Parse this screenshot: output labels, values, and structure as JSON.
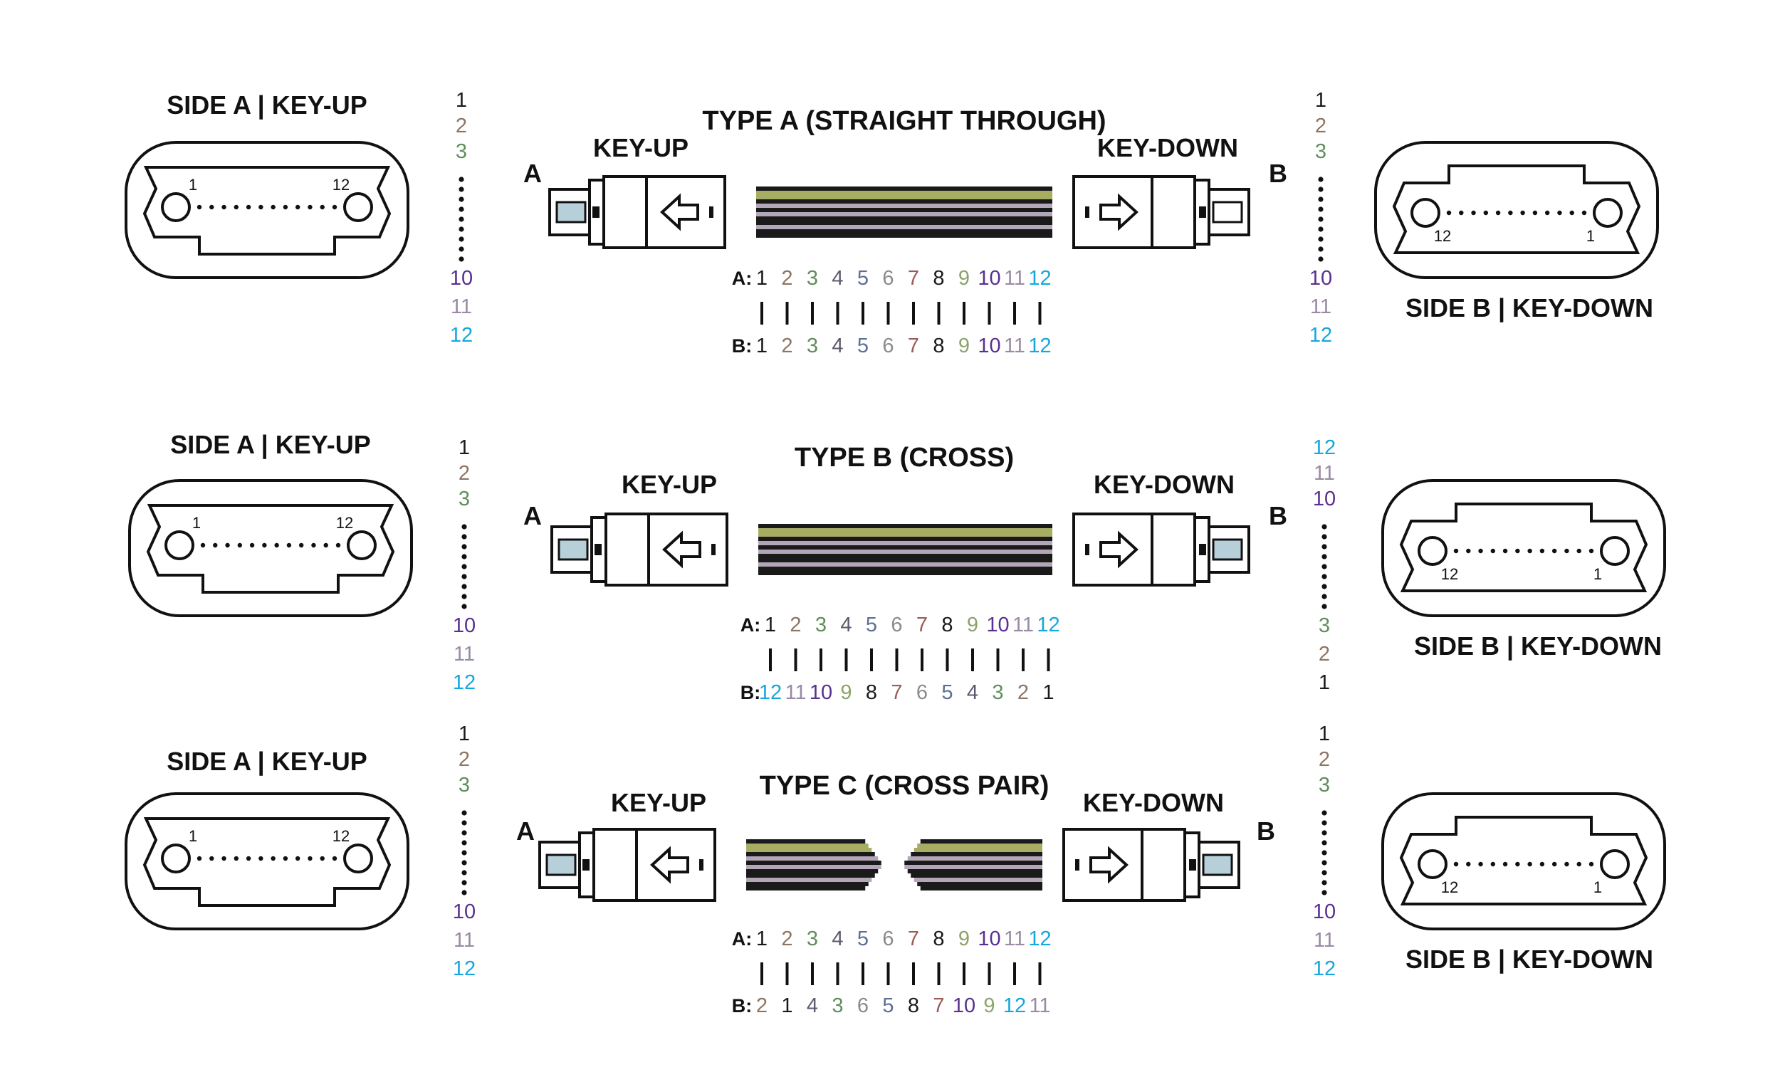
{
  "colors": {
    "1": "#1a1a1a",
    "2": "#8f7462",
    "3": "#5f8f5b",
    "4": "#5b5b6e",
    "5": "#5c6f95",
    "6": "#8b8b8b",
    "7": "#9b5a55",
    "8": "#1a1a1a",
    "9": "#8da36a",
    "10": "#5a2f90",
    "11": "#9a8aa5",
    "12": "#17a6dd"
  },
  "ribbon_colors": [
    "#a8ad64",
    "#1a1a1a",
    "#b3a6b8"
  ],
  "ferrule_fill": "#b7cfd9",
  "rows": [
    {
      "id": "type-a",
      "title": "TYPE A (STRAIGHT THROUGH)",
      "side_a_label": "SIDE A | KEY-UP",
      "side_b_label": "SIDE B | KEY-DOWN",
      "key_left": "KEY-UP",
      "key_right": "KEY-DOWN",
      "letter_left": "A",
      "letter_right": "B",
      "port_left": {
        "left": "1",
        "right": "12"
      },
      "port_right": {
        "left": "12",
        "right": "1"
      },
      "fiber_left": {
        "top": [
          "1",
          "2",
          "3"
        ],
        "bottom": [
          "10",
          "11",
          "12"
        ]
      },
      "fiber_right": {
        "top": [
          "1",
          "2",
          "3"
        ],
        "bottom": [
          "10",
          "11",
          "12"
        ]
      },
      "map_a_prefix": "A:",
      "map_b_prefix": "B:",
      "map_a": [
        "1",
        "2",
        "3",
        "4",
        "5",
        "6",
        "7",
        "8",
        "9",
        "10",
        "11",
        "12"
      ],
      "map_b": [
        "1",
        "2",
        "3",
        "4",
        "5",
        "6",
        "7",
        "8",
        "9",
        "10",
        "11",
        "12"
      ]
    },
    {
      "id": "type-b",
      "title": "TYPE B (CROSS)",
      "side_a_label": "SIDE A | KEY-UP",
      "side_b_label": "SIDE B | KEY-DOWN",
      "key_left": "KEY-UP",
      "key_right": "KEY-DOWN",
      "letter_left": "A",
      "letter_right": "B",
      "port_left": {
        "left": "1",
        "right": "12"
      },
      "port_right": {
        "left": "12",
        "right": "1"
      },
      "fiber_left": {
        "top": [
          "1",
          "2",
          "3"
        ],
        "bottom": [
          "10",
          "11",
          "12"
        ]
      },
      "fiber_right": {
        "top": [
          "12",
          "11",
          "10"
        ],
        "bottom": [
          "3",
          "2",
          "1"
        ]
      },
      "map_a_prefix": "A:",
      "map_b_prefix": "B:",
      "map_a": [
        "1",
        "2",
        "3",
        "4",
        "5",
        "6",
        "7",
        "8",
        "9",
        "10",
        "11",
        "12"
      ],
      "map_b": [
        "12",
        "11",
        "10",
        "9",
        "8",
        "7",
        "6",
        "5",
        "4",
        "3",
        "2",
        "1"
      ]
    },
    {
      "id": "type-c",
      "title": "TYPE C (CROSS PAIR)",
      "side_a_label": "SIDE A | KEY-UP",
      "side_b_label": "SIDE B | KEY-DOWN",
      "key_left": "KEY-UP",
      "key_right": "KEY-DOWN",
      "letter_left": "A",
      "letter_right": "B",
      "port_left": {
        "left": "1",
        "right": "12"
      },
      "port_right": {
        "left": "12",
        "right": "1"
      },
      "fiber_left": {
        "top": [
          "1",
          "2",
          "3"
        ],
        "bottom": [
          "10",
          "11",
          "12"
        ]
      },
      "fiber_right": {
        "top": [
          "1",
          "2",
          "3"
        ],
        "bottom": [
          "10",
          "11",
          "12"
        ]
      },
      "map_a_prefix": "A:",
      "map_b_prefix": "B:",
      "map_a": [
        "1",
        "2",
        "3",
        "4",
        "5",
        "6",
        "7",
        "8",
        "9",
        "10",
        "11",
        "12"
      ],
      "map_b": [
        "2",
        "1",
        "4",
        "3",
        "6",
        "5",
        "8",
        "7",
        "10",
        "9",
        "12",
        "11"
      ]
    }
  ]
}
